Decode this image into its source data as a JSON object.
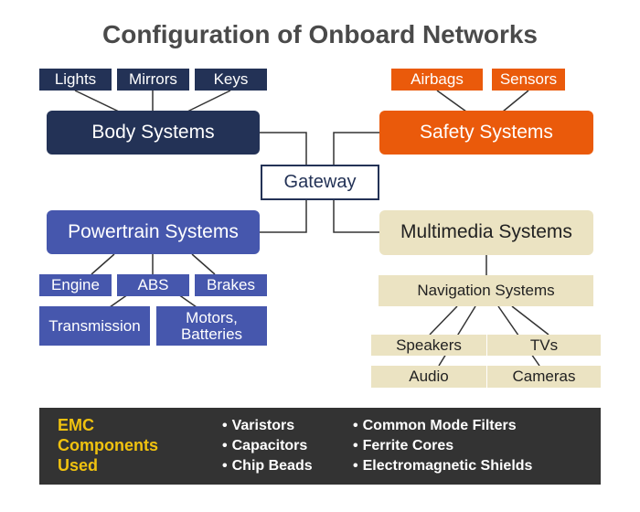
{
  "title": "Configuration of Onboard Networks",
  "gateway": "Gateway",
  "body": {
    "label": "Body Systems",
    "items": [
      "Lights",
      "Mirrors",
      "Keys"
    ]
  },
  "safety": {
    "label": "Safety Systems",
    "items": [
      "Airbags",
      "Sensors"
    ]
  },
  "powertrain": {
    "label": "Powertrain Systems",
    "items": [
      "Engine",
      "ABS",
      "Brakes",
      "Transmission",
      "Motors, Batteries"
    ]
  },
  "multimedia": {
    "label": "Multimedia Systems",
    "navigation": "Navigation Systems",
    "items": [
      "Speakers",
      "TVs",
      "Audio",
      "Cameras"
    ]
  },
  "legend": {
    "title": "EMC Components Used",
    "col1": [
      "Varistors",
      "Capacitors",
      "Chip Beads"
    ],
    "col2": [
      "Common Mode Filters",
      "Ferrite Cores",
      "Electromagnetic Shields"
    ]
  },
  "colors": {
    "body": "#233256",
    "safety": "#ea5a0b",
    "powertrain": "#4657ad",
    "multimedia": "#ebe3c2",
    "legend_bg": "#333333",
    "legend_title": "#f0c20f"
  }
}
